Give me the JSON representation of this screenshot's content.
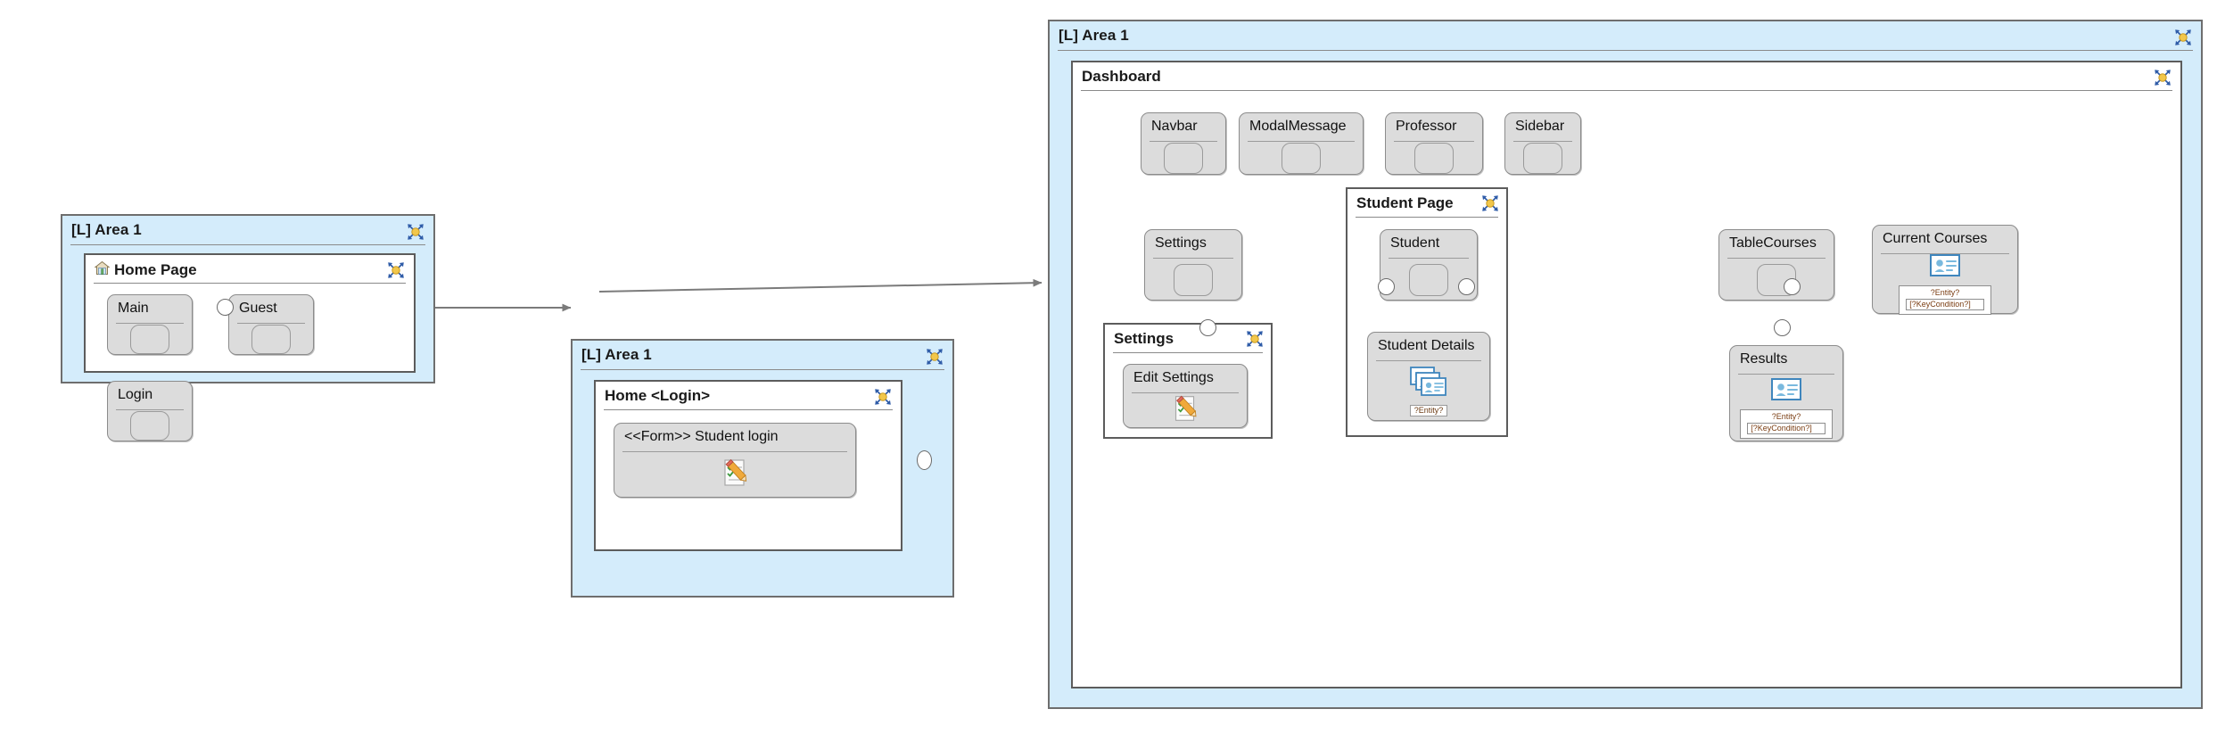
{
  "diagram": {
    "title": "IFML / UML page-flow diagram",
    "colors": {
      "area_fill": "#d4ecfb",
      "area_border": "#6e6e6e",
      "page_fill": "#ffffff",
      "page_border": "#5c5c5c",
      "node_fill": "#dcdcdc",
      "node_border": "#8c8c8c",
      "edge": "#6a6a6a",
      "entity_text": "#7a3d12",
      "icon_accent": "#4a90c4"
    },
    "labels": {
      "entity_placeholder": "?Entity?",
      "key_condition_placeholder": "[?KeyCondition?]"
    }
  },
  "areas": [
    {
      "id": "area-left",
      "title": "[L] Area 1",
      "expand_icon": "expand-collapse-icon",
      "page": {
        "id": "page-home",
        "title": "Home Page",
        "icon": "home-icon",
        "expand_icon": "expand-collapse-icon",
        "nodes": [
          {
            "id": "node-main",
            "label": "Main",
            "glyph": "view-component-icon"
          },
          {
            "id": "node-guest",
            "label": "Guest",
            "glyph": "view-component-icon"
          },
          {
            "id": "node-login",
            "label": "Login",
            "glyph": "view-component-icon"
          }
        ]
      }
    },
    {
      "id": "area-middle",
      "title": "[L] Area 1",
      "expand_icon": "expand-collapse-icon",
      "page": {
        "id": "page-home-login",
        "title": "Home <Login>",
        "expand_icon": "expand-collapse-icon",
        "nodes": [
          {
            "id": "node-student-login",
            "label": "<<Form>> Student login",
            "glyph": "form-edit-icon"
          }
        ]
      }
    },
    {
      "id": "area-right",
      "title": "[L] Area 1",
      "expand_icon": "expand-collapse-icon",
      "page": {
        "id": "page-dashboard",
        "title": "Dashboard",
        "expand_icon": "expand-collapse-icon",
        "nodes": [
          {
            "id": "node-navbar",
            "label": "Navbar",
            "glyph": "view-component-icon"
          },
          {
            "id": "node-modalmessage",
            "label": "ModalMessage",
            "glyph": "view-component-icon"
          },
          {
            "id": "node-professor",
            "label": "Professor",
            "glyph": "view-component-icon"
          },
          {
            "id": "node-sidebar",
            "label": "Sidebar",
            "glyph": "view-component-icon"
          },
          {
            "id": "node-settings",
            "label": "Settings",
            "glyph": "view-component-icon"
          },
          {
            "id": "node-tablecourses",
            "label": "TableCourses",
            "glyph": "view-component-icon"
          },
          {
            "id": "node-current-courses",
            "label": "Current Courses",
            "glyph": "entity-card-icon",
            "entity": "?Entity?",
            "key_condition": "[?KeyCondition?]"
          },
          {
            "id": "node-results",
            "label": "Results",
            "glyph": "entity-card-icon",
            "entity": "?Entity?",
            "key_condition": "[?KeyCondition?]"
          }
        ],
        "sub_pages": [
          {
            "id": "page-student",
            "title": "Student Page",
            "expand_icon": "expand-collapse-icon",
            "nodes": [
              {
                "id": "node-student",
                "label": "Student",
                "glyph": "view-component-icon"
              },
              {
                "id": "node-student-details",
                "label": "Student Details",
                "glyph": "entity-stack-icon",
                "entity": "?Entity?"
              }
            ]
          },
          {
            "id": "page-settings",
            "title": "Settings",
            "expand_icon": "expand-collapse-icon",
            "nodes": [
              {
                "id": "node-edit-settings",
                "label": "Edit Settings",
                "glyph": "form-edit-icon"
              }
            ]
          }
        ]
      }
    }
  ],
  "edges": [
    {
      "id": "edge-login-to-homelogin",
      "from": "node-login",
      "to": "page-home-login",
      "kind": "navigation-flow"
    },
    {
      "id": "edge-homelogin-to-dashboard",
      "from": "node-student-login",
      "to": "area-right",
      "kind": "navigation-flow"
    },
    {
      "id": "edge-student-to-settings",
      "from": "node-student",
      "to": "node-settings",
      "kind": "navigation-flow"
    },
    {
      "id": "edge-student-to-tablecourses",
      "from": "node-student",
      "to": "node-tablecourses",
      "kind": "navigation-flow"
    },
    {
      "id": "edge-settings-to-settings-page",
      "from": "node-settings",
      "to": "page-settings",
      "kind": "navigation-flow"
    },
    {
      "id": "edge-tablecourses-to-currentcourses",
      "from": "node-tablecourses",
      "to": "node-current-courses",
      "kind": "navigation-flow"
    },
    {
      "id": "edge-tablecourses-to-results",
      "from": "node-tablecourses",
      "to": "node-results",
      "kind": "navigation-flow"
    }
  ]
}
